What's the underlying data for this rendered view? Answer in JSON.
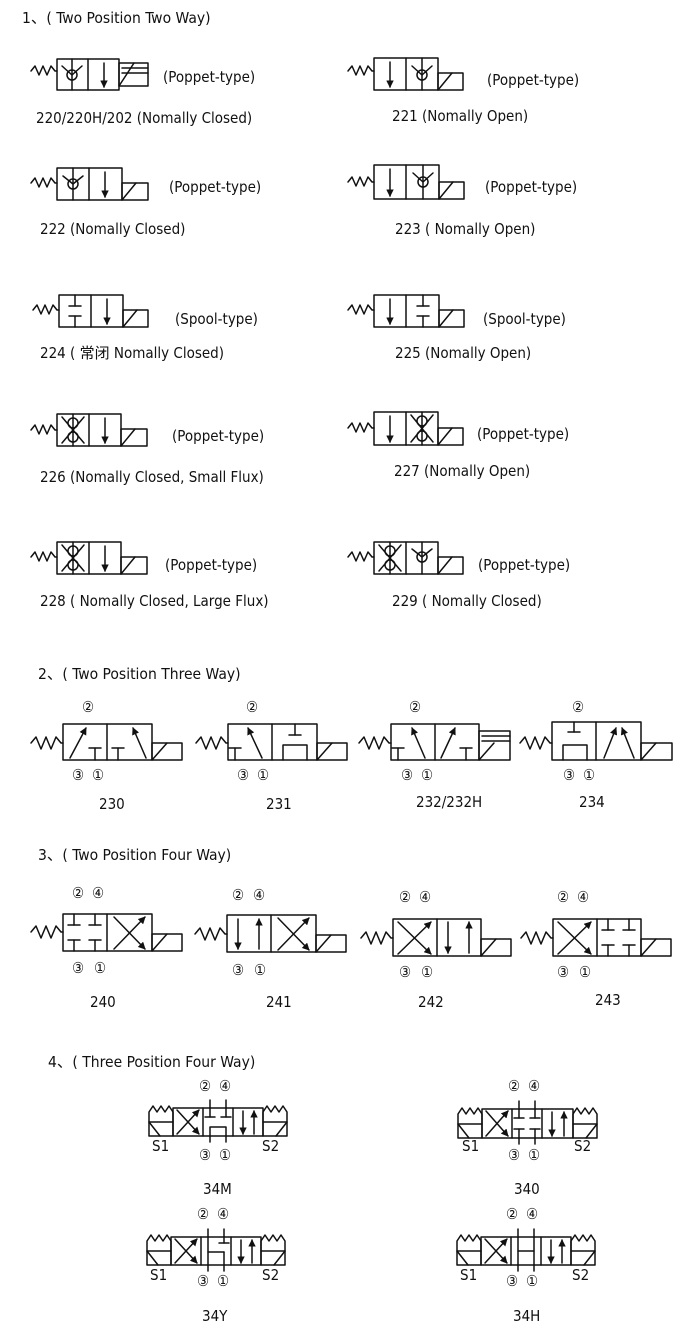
{
  "sections": [
    {
      "title": "1、( Two Position Two Way)"
    },
    {
      "title": "2、( Two Position Three Way)"
    },
    {
      "title": "3、( Two Position Four Way)"
    },
    {
      "title": "4、( Three Position Four Way)"
    }
  ],
  "s1": [
    {
      "type": "(Poppet-type)",
      "label": "220/220H/202 (Nomally Closed)"
    },
    {
      "type": "(Poppet-type)",
      "label": "221 (Nomally Open)"
    },
    {
      "type": "(Poppet-type)",
      "label": "222  (Nomally Closed)"
    },
    {
      "type": "(Poppet-type)",
      "label": "223  ( Nomally Open)"
    },
    {
      "type": "(Spool-type)",
      "label": "224  ( 常闭 Nomally Closed)"
    },
    {
      "type": "(Spool-type)",
      "label": "225  (Nomally Open)"
    },
    {
      "type": "(Poppet-type)",
      "label": "226 (Nomally Closed, Small Flux)"
    },
    {
      "type": "(Poppet-type)",
      "label": "227 (Nomally Open)"
    },
    {
      "type": "(Poppet-type)",
      "label": "228 ( Nomally Closed, Large Flux)"
    },
    {
      "type": "(Poppet-type)",
      "label": "229 ( Nomally Closed)"
    }
  ],
  "s2": [
    {
      "label": "230"
    },
    {
      "label": "231"
    },
    {
      "label": "232/232H"
    },
    {
      "label": "234"
    }
  ],
  "s3": [
    {
      "label": "240"
    },
    {
      "label": "241"
    },
    {
      "label": "242"
    },
    {
      "label": "243"
    }
  ],
  "s4": [
    {
      "label": "34M"
    },
    {
      "label": "340"
    },
    {
      "label": "34Y"
    },
    {
      "label": "34H"
    }
  ],
  "ports": {
    "p1": "①",
    "p2": "②",
    "p3": "③",
    "p4": "④",
    "s1": "S1",
    "s2": "S2"
  }
}
